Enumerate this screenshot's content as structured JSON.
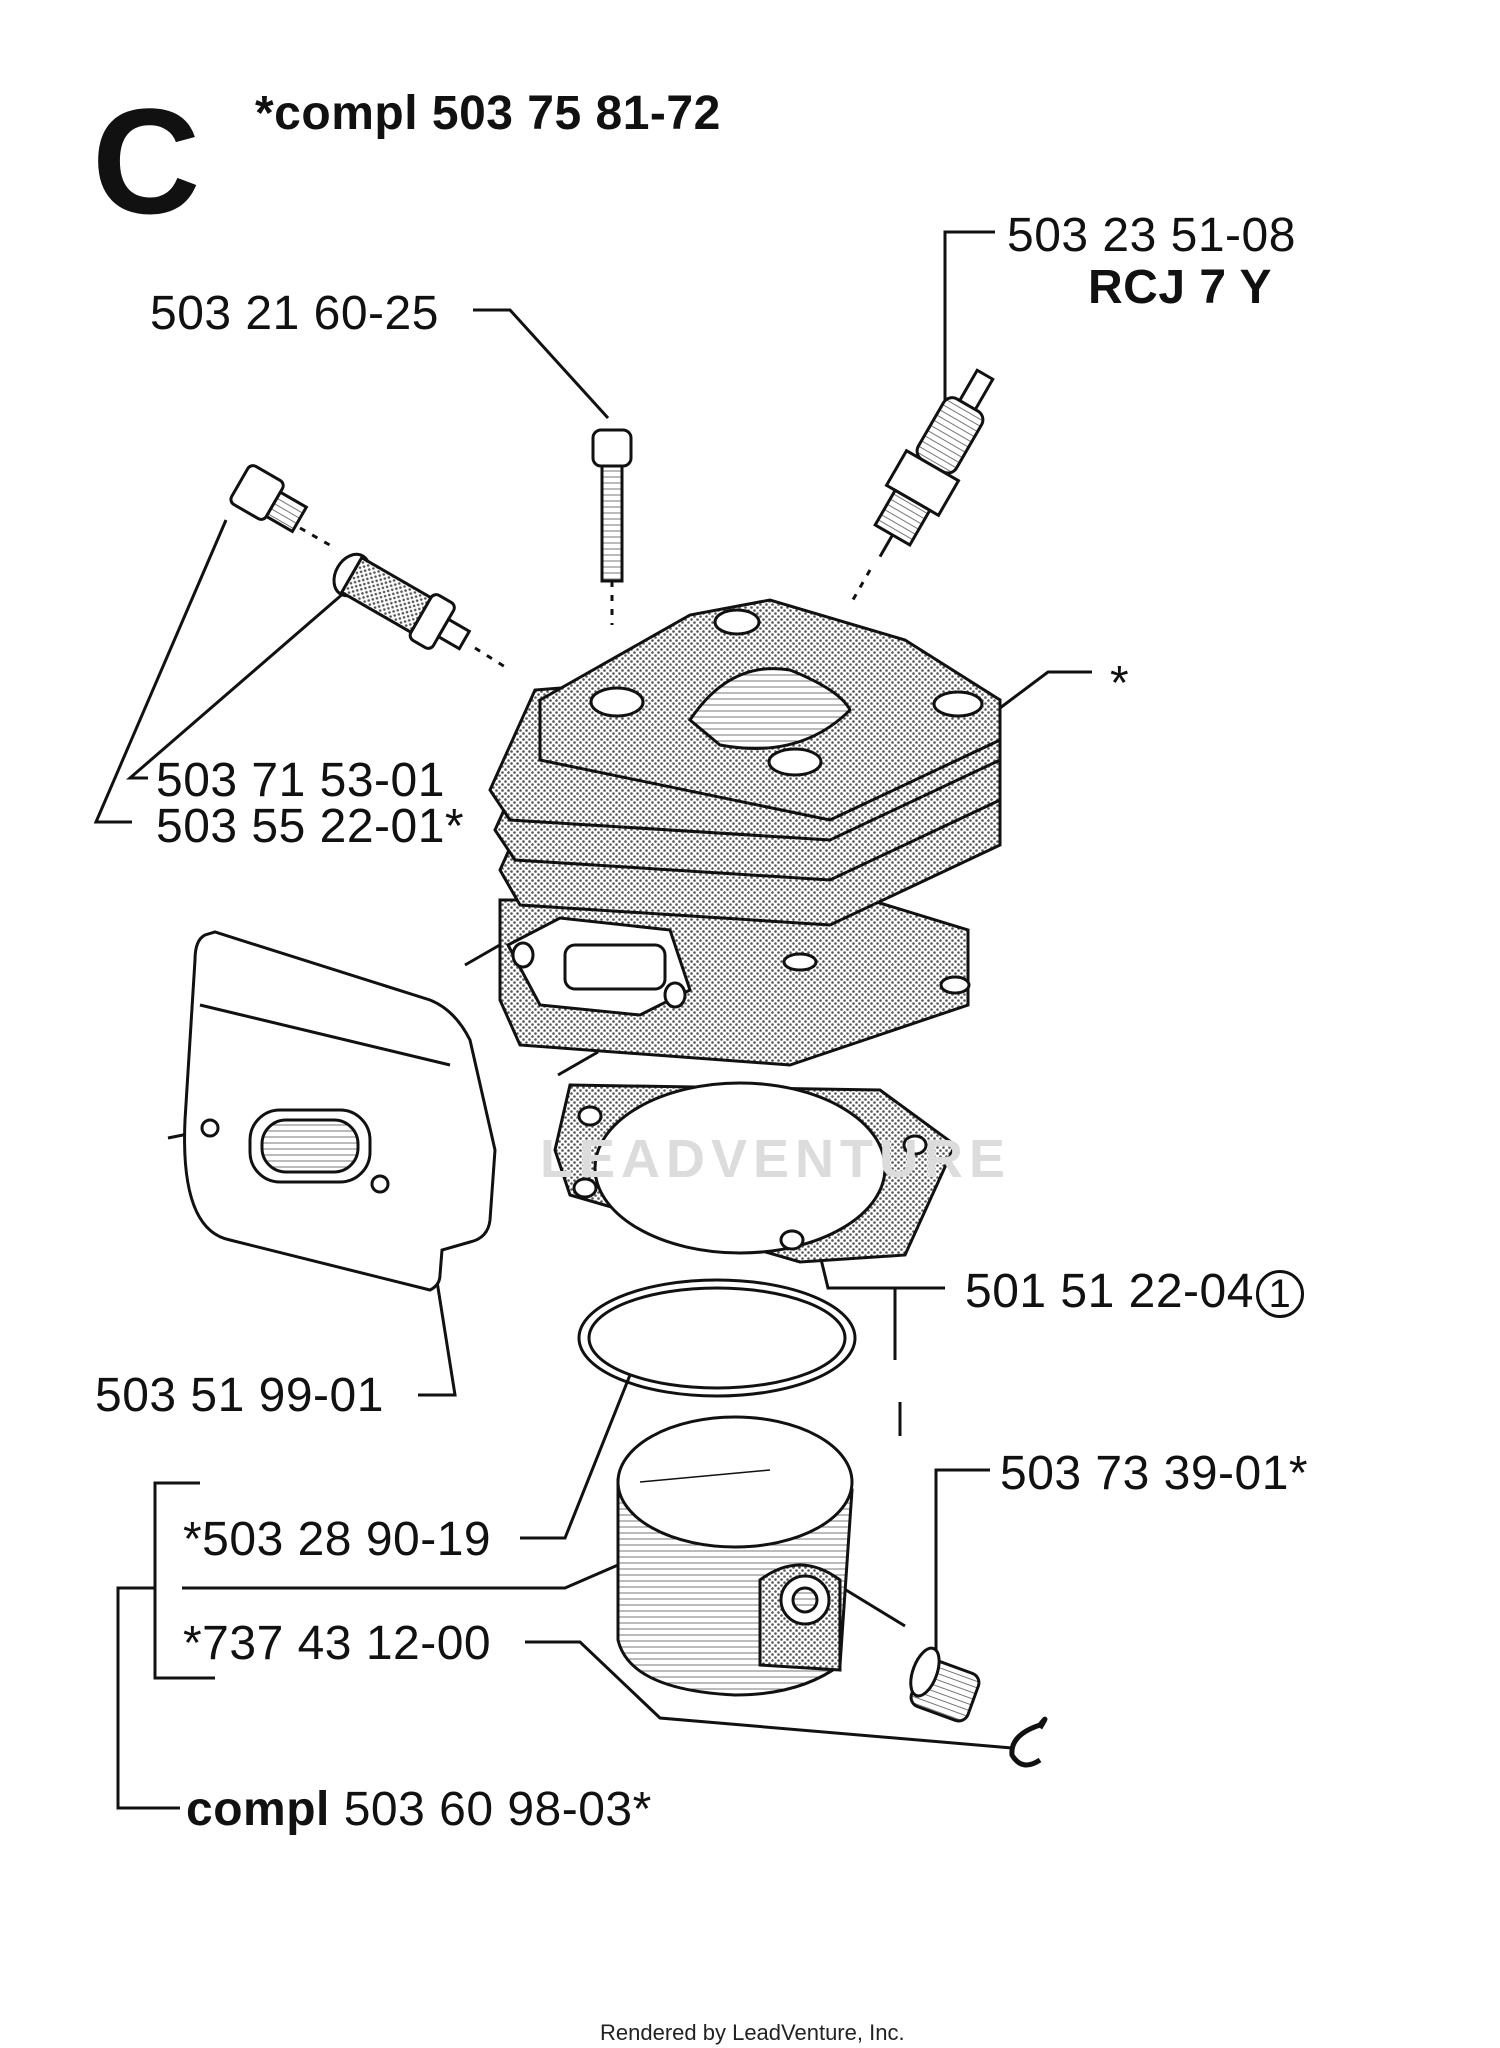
{
  "section_letter": "C",
  "assembly": "*compl 503 75 81-72",
  "labels": {
    "spark_plug_pn": "503 23 51-08",
    "spark_plug_type": "RCJ 7 Y",
    "screw": "503 21 60-25",
    "cylinder_star": "*",
    "valve": "503 71 53-01",
    "plug": "503 55 22-01*",
    "gasket": "501 51 22-04",
    "gasket_note": "1",
    "heat_shield": "503 51 99-01",
    "bearing": "503 73 39-01*",
    "ring": "*503 28 90-19",
    "piston": "*737 43 12-00",
    "piston_compl_word": "compl",
    "piston_compl_pn": "503 60 98-03*"
  },
  "watermark": "LEADVENTURE",
  "footer": "Rendered by LeadVenture, Inc.",
  "colors": {
    "ink": "#111111",
    "shade": "#9a9a9a",
    "watermark": "#dcdcdc"
  }
}
